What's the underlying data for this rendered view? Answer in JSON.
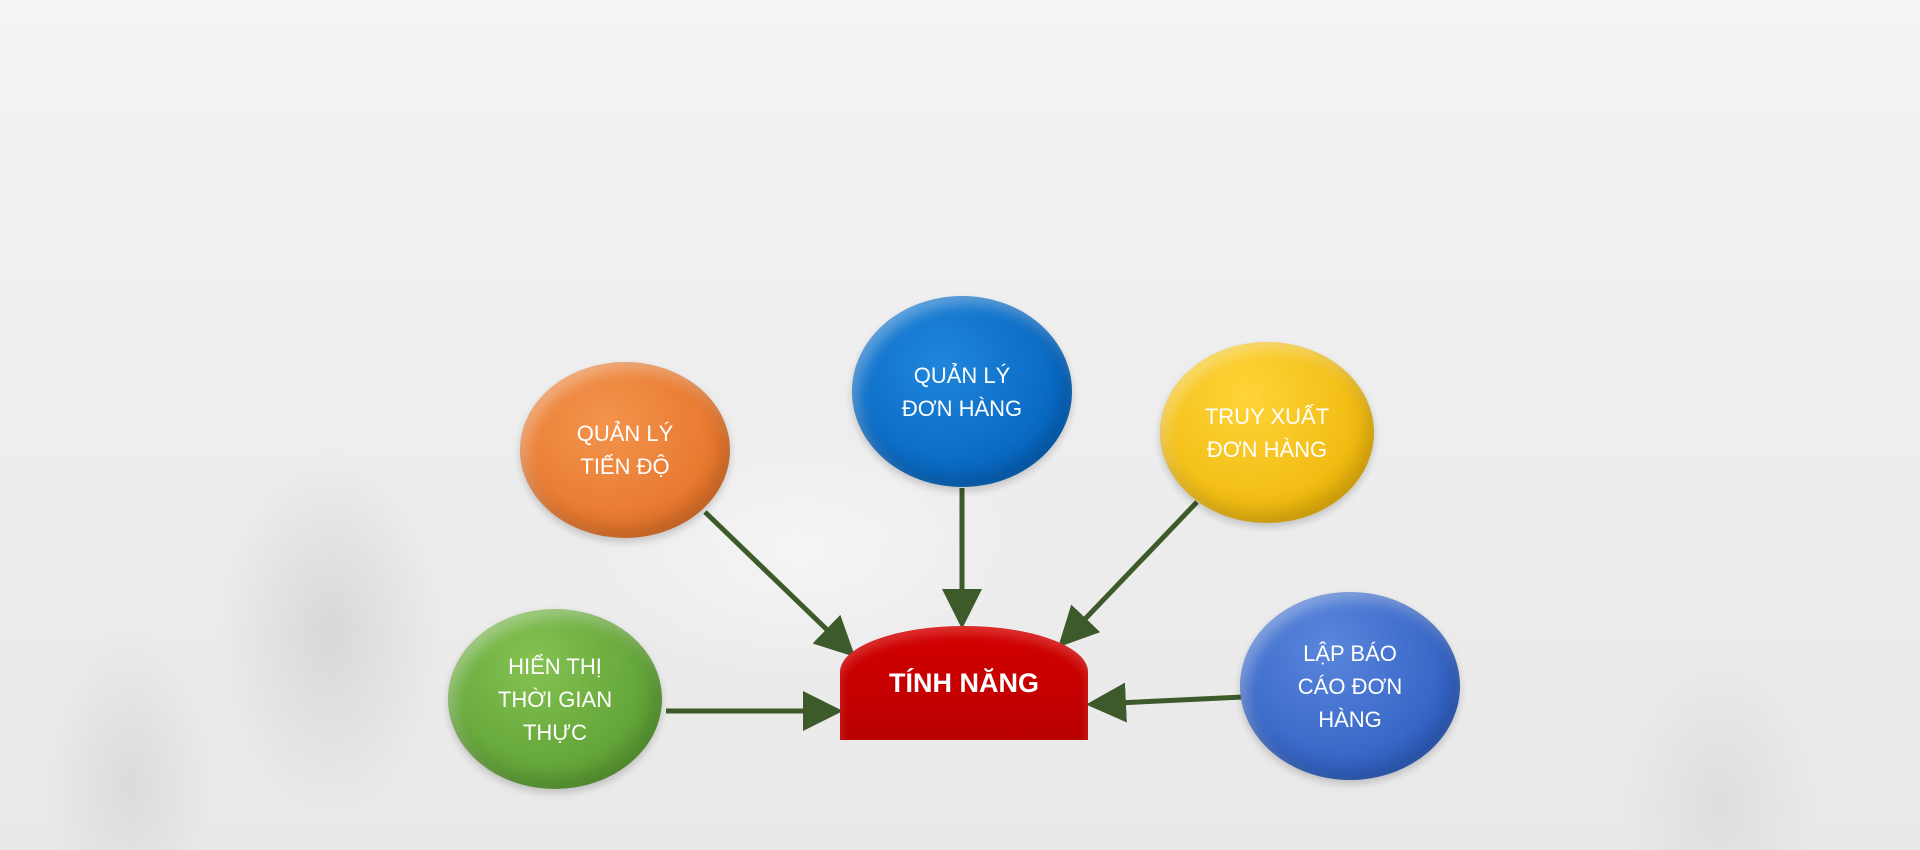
{
  "center": {
    "label": "TÍNH NĂNG",
    "color": "#c00000"
  },
  "features": [
    {
      "id": "progress",
      "label": "QUẢN LÝ\nTIẾN ĐỘ",
      "color": "#ed7d31"
    },
    {
      "id": "orders",
      "label": "QUẢN LÝ\nĐƠN HÀNG",
      "color": "#0b70c8"
    },
    {
      "id": "trace",
      "label": "TRUY XUẤT\nĐƠN HÀNG",
      "color": "#f7c21a"
    },
    {
      "id": "realtime",
      "label": "HIỂN THỊ\nTHỜI GIAN\nTHỰC",
      "color": "#6aab3e"
    },
    {
      "id": "report",
      "label": "LẬP BÁO\nCÁO ĐƠN\nHÀNG",
      "color": "#3a6ccc"
    }
  ],
  "arrow_color": "#3d5a2a"
}
